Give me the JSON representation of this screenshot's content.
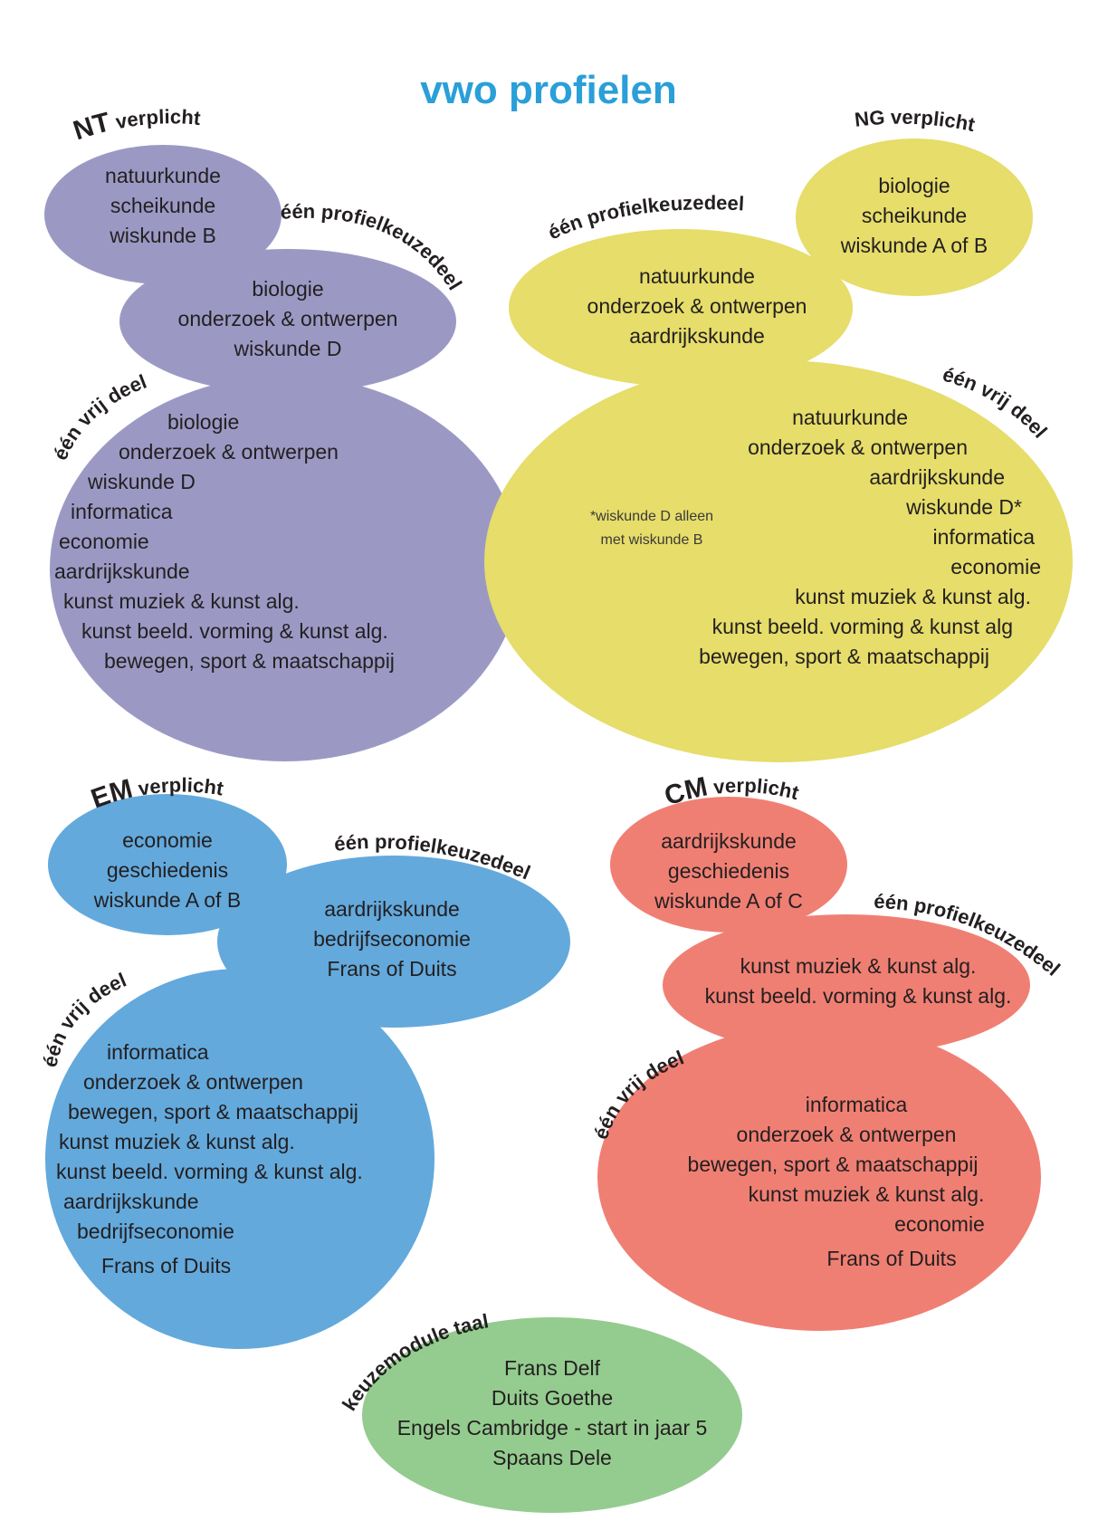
{
  "title": "vwo profielen",
  "colors": {
    "title": "#2a9fd8",
    "NT": "#9b99c4",
    "NG": "#e6dd6a",
    "EM": "#63a9dc",
    "CM": "#f07f73",
    "taal": "#94cc8f"
  },
  "NT": {
    "code": "NT",
    "verplicht_label": "verplicht",
    "verplicht": [
      "natuurkunde",
      "scheikunde",
      "wiskunde B"
    ],
    "profielkeuze_label": "één profielkeuzedeel",
    "profielkeuze": [
      "biologie",
      "onderzoek & ontwerpen",
      "wiskunde D"
    ],
    "vrij_label": "één vrij deel",
    "vrij": [
      "biologie",
      "onderzoek & ontwerpen",
      "wiskunde D",
      "informatica",
      "economie",
      "aardrijkskunde",
      "kunst muziek & kunst alg.",
      "kunst beeld. vorming & kunst alg.",
      "bewegen, sport & maatschappij"
    ]
  },
  "NG": {
    "code": "NG",
    "verplicht_label": "verplicht",
    "verplicht": [
      "biologie",
      "scheikunde",
      "wiskunde A of B"
    ],
    "profielkeuze_label": "één profielkeuzedeel",
    "profielkeuze": [
      "natuurkunde",
      "onderzoek & ontwerpen",
      "aardrijkskunde"
    ],
    "vrij_label": "één vrij deel",
    "vrij": [
      "natuurkunde",
      "onderzoek & ontwerpen",
      "aardrijkskunde",
      "wiskunde D*",
      "informatica",
      "economie",
      "kunst muziek & kunst alg.",
      "kunst beeld. vorming & kunst alg",
      "bewegen, sport & maatschappij"
    ],
    "note": [
      "*wiskunde D alleen",
      "met wiskunde B"
    ]
  },
  "EM": {
    "code": "EM",
    "verplicht_label": "verplicht",
    "verplicht": [
      "economie",
      "geschiedenis",
      "wiskunde A of B"
    ],
    "profielkeuze_label": "één profielkeuzedeel",
    "profielkeuze": [
      "aardrijkskunde",
      "bedrijfseconomie",
      "Frans of Duits"
    ],
    "vrij_label": "één vrij deel",
    "vrij": [
      "informatica",
      "onderzoek & ontwerpen",
      "bewegen, sport & maatschappij",
      "kunst muziek & kunst alg.",
      "kunst beeld. vorming & kunst alg.",
      "aardrijkskunde",
      "bedrijfseconomie",
      "Frans of Duits"
    ]
  },
  "CM": {
    "code": "CM",
    "verplicht_label": "verplicht",
    "verplicht": [
      "aardrijkskunde",
      "geschiedenis",
      "wiskunde A of C"
    ],
    "profielkeuze_label": "één profielkeuzedeel",
    "profielkeuze": [
      "kunst muziek & kunst alg.",
      "kunst beeld. vorming & kunst alg."
    ],
    "vrij_label": "één vrij deel",
    "vrij": [
      "informatica",
      "onderzoek & ontwerpen",
      "bewegen, sport & maatschappij",
      "kunst  muziek & kunst alg.",
      "economie",
      "Frans of Duits"
    ]
  },
  "taal": {
    "label": "keuzemodule taal",
    "items": [
      "Frans Delf",
      "Duits Goethe",
      "Engels Cambridge - start in jaar 5",
      "Spaans Dele"
    ]
  }
}
